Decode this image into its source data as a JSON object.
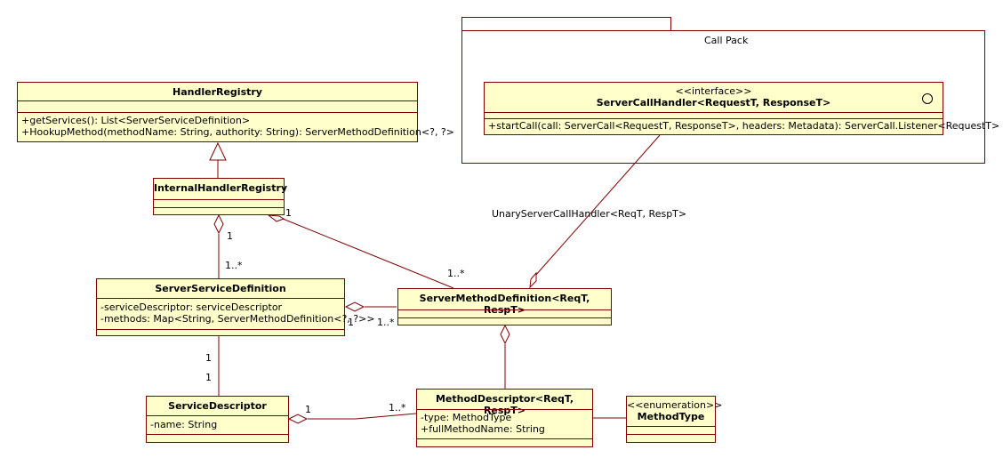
{
  "package": {
    "name": "Call Pack"
  },
  "classes": {
    "handler_registry": {
      "name": "HandlerRegistry",
      "operations": [
        "+getServices(): List<ServerServiceDefinition>",
        "+HookupMethod(methodName: String, authority: String): ServerMethodDefinition<?, ?>"
      ]
    },
    "internal_handler_registry": {
      "name": "InternalHandlerRegistry"
    },
    "server_call_handler": {
      "stereotype": "<<interface>>",
      "name": "ServerCallHandler<RequestT, ResponseT>",
      "operations": [
        "+startCall(call: ServerCall<RequestT, ResponseT>, headers: Metadata): ServerCall.Listener<RequestT>"
      ]
    },
    "server_service_definition": {
      "name": "ServerServiceDefinition",
      "attributes": [
        "-serviceDescriptor: serviceDescriptor",
        "-methods: Map<String, ServerMethodDefinition<?, ?>>"
      ]
    },
    "server_method_definition": {
      "name": "ServerMethodDefinition<ReqT, RespT>"
    },
    "service_descriptor": {
      "name": "ServiceDescriptor",
      "attributes": [
        "-name: String"
      ]
    },
    "method_descriptor": {
      "name": "MethodDescriptor<ReqT, RespT>",
      "attributes": [
        "-type: MethodType",
        "+fullMethodName: String"
      ]
    },
    "method_type": {
      "stereotype": "<<enumeration>>",
      "name": "MethodType"
    }
  },
  "associations": {
    "unary_label": "UnaryServerCallHandler<ReqT, RespT>",
    "ihr_ssd_end1": "1",
    "ihr_ssd_end2": "1..*",
    "ihr_smd_end1": "1",
    "ihr_smd_end2": "1..*",
    "ssd_smd_end1": "1",
    "ssd_smd_end2": "1..*",
    "ssd_sd_end1": "1",
    "ssd_sd_end2": "1",
    "sd_md_end1": "1",
    "sd_md_end2": "1..*"
  },
  "colors": {
    "class_fill": "#ffffcc",
    "class_border": "#800000",
    "line": "#800000"
  }
}
